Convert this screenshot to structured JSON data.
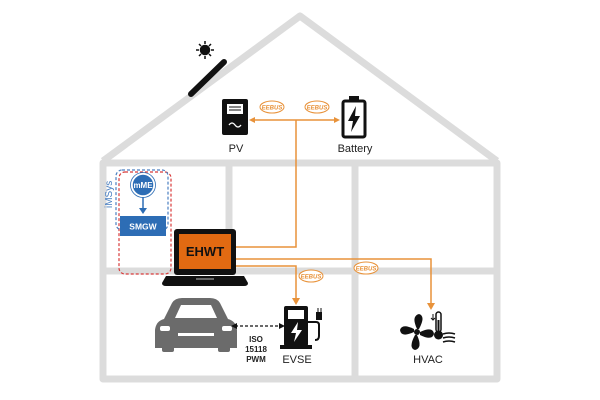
{
  "labels": {
    "pv": "PV",
    "battery": "Battery",
    "evse": "EVSE",
    "hvac": "HVAC",
    "ehwt": "EHWT",
    "smgw": "SMGW",
    "mme": "mME",
    "imsys": "iMSys",
    "protocol_iso": "ISO",
    "protocol_num": "15118",
    "protocol_pwm": "PWM"
  },
  "badges": {
    "eebus": "EEBUS"
  },
  "colors": {
    "house_outline": "#dcdcdc",
    "link": "#e8923a",
    "ehwt_fill": "#e26a12",
    "smgw_fill": "#2d6db5",
    "imsys_border": "#4a7fc1",
    "imsys_dashed_red": "#d83a3a",
    "device_dark": "#222222",
    "car_fill": "#6b6b6b"
  },
  "icons": [
    "sun-icon",
    "solar-panel-icon",
    "inverter-icon",
    "battery-icon",
    "laptop-icon",
    "ev-charger-icon",
    "car-icon",
    "fan-icon",
    "thermometer-icon"
  ]
}
